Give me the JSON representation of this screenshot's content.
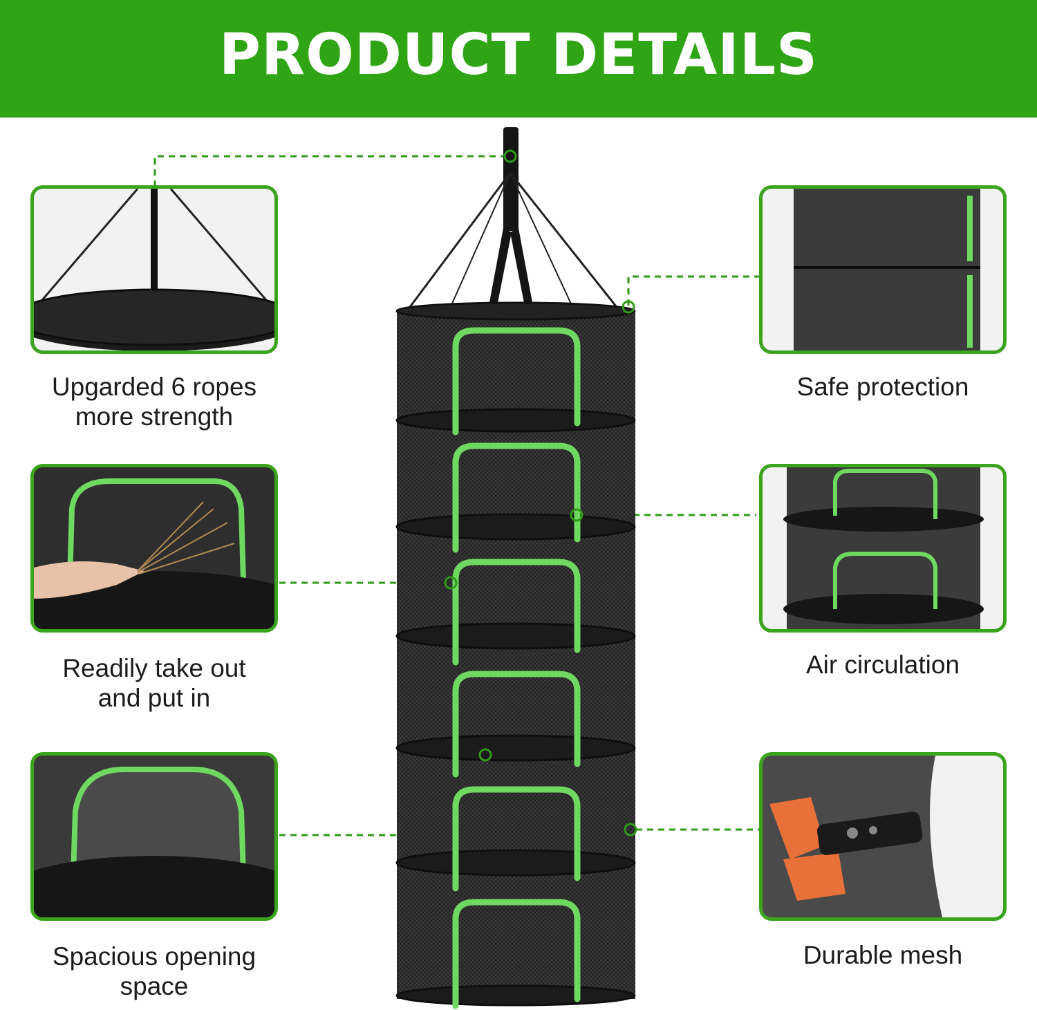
{
  "header": {
    "title": "PRODUCT DETAILS"
  },
  "features": {
    "ropes": {
      "line1": "Upgarded 6 ropes",
      "line2": "more strength"
    },
    "take_out": {
      "line1": "Readily take out",
      "line2": "and put in"
    },
    "opening": {
      "line1": "Spacious opening",
      "line2": "space"
    },
    "protection": {
      "line1": "Safe protection"
    },
    "air": {
      "line1": "Air circulation"
    },
    "mesh": {
      "line1": "Durable mesh"
    }
  },
  "colors": {
    "brand_green": "#2fa515",
    "zip_green": "#7be07a",
    "mesh_dark": "#2a2a2a"
  }
}
